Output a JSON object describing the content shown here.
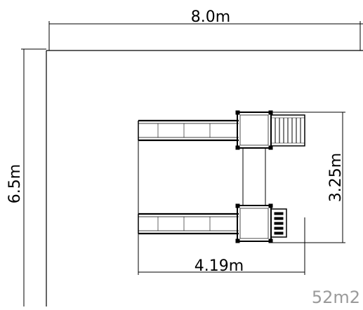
{
  "drawing": {
    "dimensions": {
      "overall_width": "8.0m",
      "overall_height": "6.5m",
      "structure_depth": "3.25m",
      "structure_width": "4.19m"
    },
    "area": "52m2",
    "colors": {
      "line": "#000000",
      "background": "#ffffff",
      "area_text": "#9a9a9a"
    }
  }
}
